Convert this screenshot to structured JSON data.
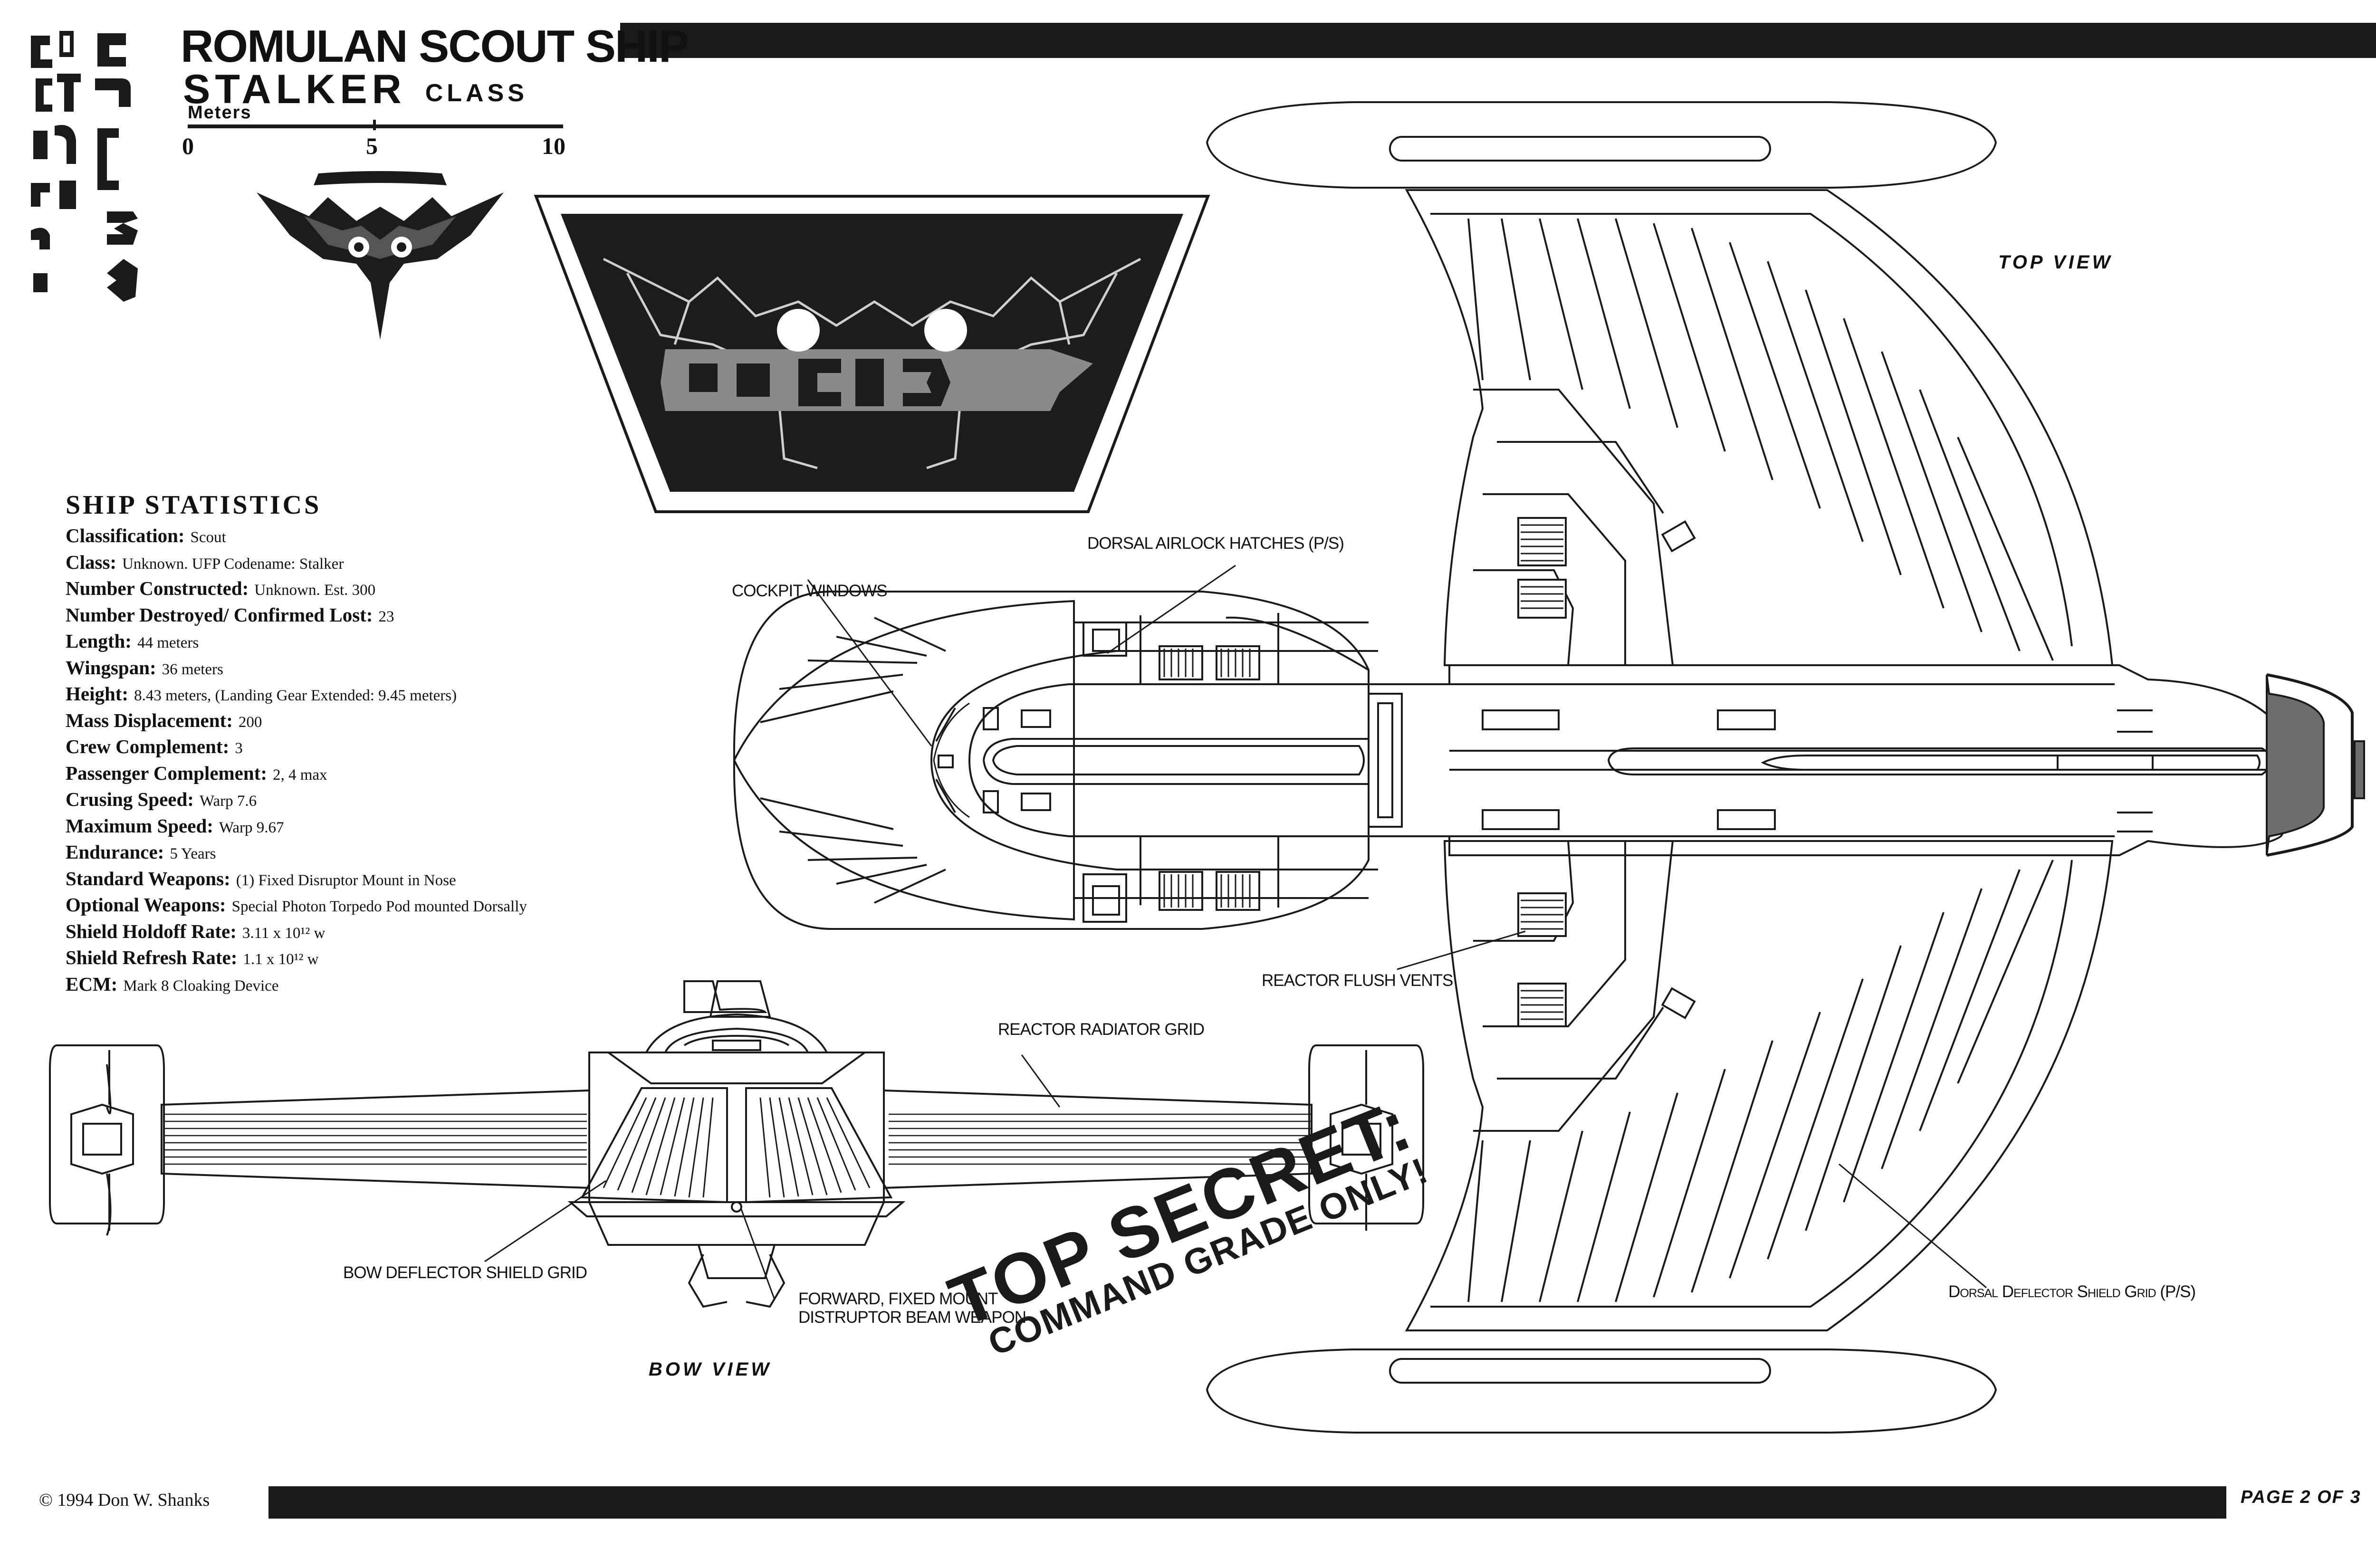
{
  "header": {
    "title_line1": "ROMULAN SCOUT SHIP",
    "title_line2": "STALKER",
    "title_class": "CLASS",
    "scale_unit": "Meters",
    "scale_ticks": [
      "0",
      "5",
      "10"
    ]
  },
  "statistics": {
    "heading": "SHIP STATISTICS",
    "rows": [
      {
        "label": "Classification:",
        "value": "Scout"
      },
      {
        "label": "Class:",
        "value": "Unknown.  UFP Codename:  Stalker"
      },
      {
        "label": "Number Constructed:",
        "value": "Unknown.  Est. 300"
      },
      {
        "label": "Number Destroyed/ Confirmed Lost:",
        "value": "23"
      },
      {
        "label": "Length:",
        "value": "44 meters"
      },
      {
        "label": "Wingspan:",
        "value": "36 meters"
      },
      {
        "label": "Height:",
        "value": "8.43 meters, (Landing Gear Extended:  9.45 meters)"
      },
      {
        "label": "Mass Displacement:",
        "value": "200"
      },
      {
        "label": "Crew Complement:",
        "value": "3"
      },
      {
        "label": "Passenger Complement:",
        "value": "2, 4 max"
      },
      {
        "label": "Crusing Speed:",
        "value": "Warp 7.6"
      },
      {
        "label": "Maximum Speed:",
        "value": "Warp 9.67"
      },
      {
        "label": "Endurance:",
        "value": "5 Years"
      },
      {
        "label": "Standard Weapons:",
        "value": "(1) Fixed Disruptor Mount in Nose"
      },
      {
        "label": "Optional Weapons:",
        "value": "Special Photon Torpedo Pod mounted Dorsally"
      },
      {
        "label": "Shield Holdoff Rate:",
        "value": "3.11 x 10¹² w"
      },
      {
        "label": "Shield Refresh Rate:",
        "value": "1.1 x 10¹² w"
      },
      {
        "label": "ECM:",
        "value": "Mark 8 Cloaking Device"
      }
    ]
  },
  "callouts": {
    "dorsal_airlock": "DORSAL AIRLOCK HATCHES (P/S)",
    "cockpit_windows": "COCKPIT WINDOWS",
    "reactor_flush_vents": "REACTOR FLUSH VENTS",
    "reactor_radiator_grid": "REACTOR RADIATOR GRID",
    "bow_deflector": "BOW DEFLECTOR SHIELD GRID",
    "forward_mount_line1": "FORWARD, FIXED MOUNT",
    "forward_mount_line2": "DISTRUPTOR BEAM WEAPON",
    "dorsal_deflector": "Dorsal Deflector Shield Grid (P/S)"
  },
  "views": {
    "top": "TOP VIEW",
    "bow": "BOW VIEW"
  },
  "stamp": {
    "line1": "TOP SECRET:",
    "line2": "COMMAND GRADE ONLY!"
  },
  "footer": {
    "copyright": "© 1994 Don W. Shanks",
    "page": "PAGE 2 OF 3"
  },
  "colors": {
    "ink": "#1a1a1a",
    "paper": "#ffffff",
    "emblem_fill": "#1c1c1c",
    "emblem_gray": "#8a8a8a"
  }
}
